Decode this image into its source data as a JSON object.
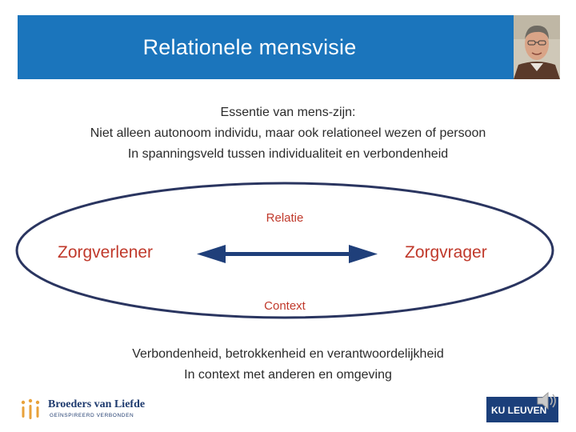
{
  "slide": {
    "title": "Relationele mensvisie",
    "intro": [
      "Essentie van mens-zijn:",
      "Niet alleen autonoom individu, maar ook relationeel wezen of persoon",
      "In spanningsveld tussen individualiteit en verbondenheid"
    ],
    "diagram": {
      "top_label": "Relatie",
      "left_label": "Zorgverlener",
      "right_label": "Zorgvrager",
      "bottom_label": "Context"
    },
    "outro": [
      "Verbondenheid, betrokkenheid en verantwoordelijkheid",
      "In context met anderen en omgeving"
    ]
  },
  "footer": {
    "left_logo_name": "Broeders van Liefde",
    "left_logo_tagline": "GEÏNSPIREERD VERBONDEN",
    "right_logo_name": "KU LEUVEN"
  },
  "colors": {
    "title_bar": "#1b75bc",
    "accent_text": "#c0392b",
    "body_text": "#2b2b2b",
    "arrow": "#1f3f7a",
    "ellipse": "#2a3560",
    "logo_navy": "#1e3a6e"
  },
  "icons": [
    "speaker-icon",
    "person-photo",
    "broeders-logo-icon",
    "ku-leuven-logo"
  ]
}
